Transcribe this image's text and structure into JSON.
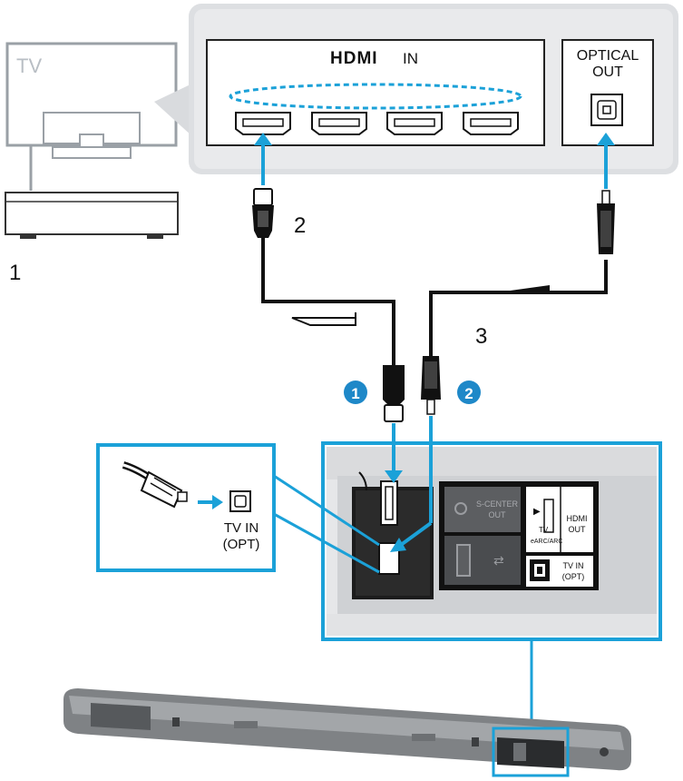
{
  "tv": {
    "label": "TV"
  },
  "panel": {
    "hdmi_logo": "HDMI",
    "hdmi_in": "IN",
    "optical_out_line1": "OPTICAL",
    "optical_out_line2": "OUT"
  },
  "callouts": {
    "one": "1",
    "two": "2",
    "three": "3"
  },
  "steps": {
    "first": "1",
    "second": "2"
  },
  "inset": {
    "tv_in_line1": "TV IN",
    "tv_in_line2": "(OPT)"
  },
  "soundbar_panel": {
    "s_center_line1": "S-CENTER",
    "s_center_line2": "OUT",
    "tv_label": "TV",
    "earc_label": "eARC/ARC",
    "hdmi_out_line1": "HDMI",
    "hdmi_out_line2": "OUT",
    "tv_in_line1": "TV IN",
    "tv_in_line2": "(OPT)"
  },
  "colors": {
    "accent": "#1ba1d8",
    "step_badge": "#1e88c8",
    "panel_bg": "#e9eaec",
    "cable": "#111111"
  }
}
